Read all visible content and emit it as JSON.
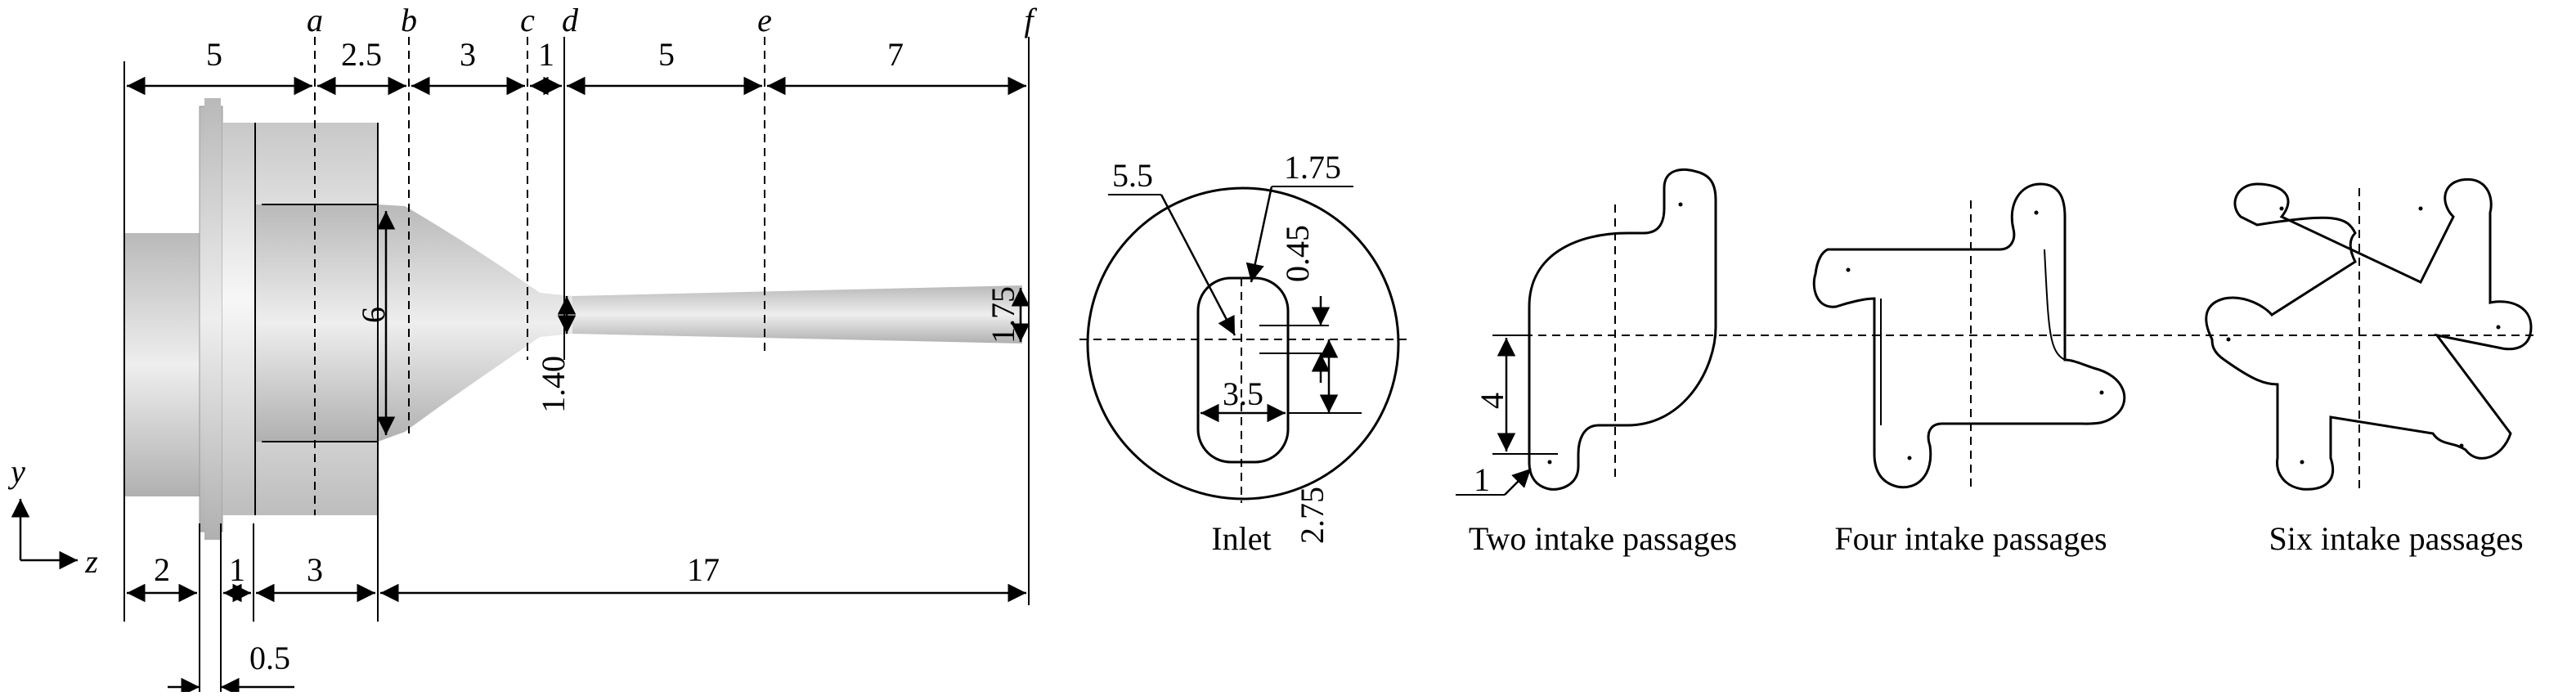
{
  "nozzle": {
    "section_labels": [
      "a",
      "b",
      "c",
      "d",
      "e",
      "f"
    ],
    "top_dims": [
      "5",
      "2.5",
      "3",
      "1",
      "5",
      "7"
    ],
    "bottom_dims": [
      "2",
      "1",
      "3",
      "17",
      "0.5"
    ],
    "vertical_dims": [
      "6",
      "1.40",
      "1.75"
    ],
    "axis_labels": {
      "y": "y",
      "z": "z"
    }
  },
  "inlet": {
    "caption": "Inlet",
    "dims": [
      "5.5",
      "1.75",
      "0.45",
      "3.5",
      "2.75"
    ]
  },
  "passages": {
    "two": {
      "caption": "Two intake passages",
      "dims": [
        "4",
        "1"
      ]
    },
    "four": {
      "caption": "Four intake passages"
    },
    "six": {
      "caption": "Six intake passages"
    }
  },
  "colors": {
    "body_shade": "#d9d9d9",
    "body_light": "#f3f3f3",
    "stroke": "#000000"
  }
}
